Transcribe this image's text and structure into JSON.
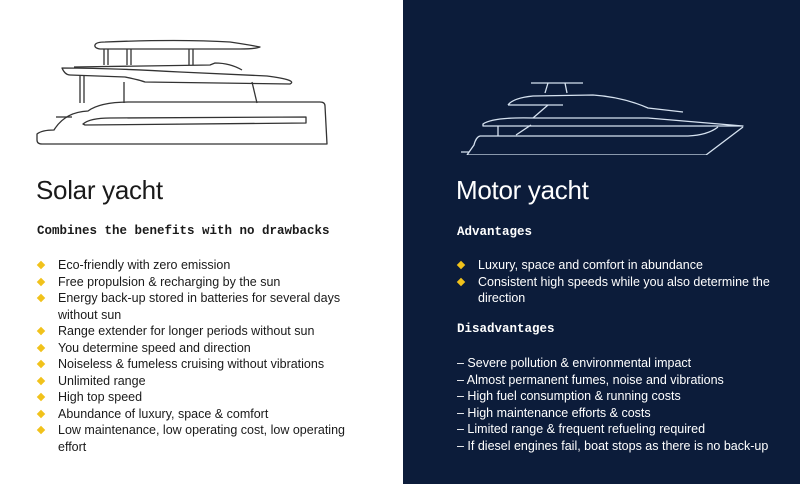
{
  "solar": {
    "title": "Solar yacht",
    "subtitle": "Combines the benefits with no drawbacks",
    "illustration": "solar-catamaran-line-drawing",
    "items": [
      "Eco-friendly with zero emission",
      "Free propulsion & recharging by the sun",
      "Energy back-up stored in batteries for several days without sun",
      "Range extender for longer periods without sun",
      "You determine speed and direction",
      "Noiseless & fumeless cruising without vibrations",
      "Unlimited range",
      "High top speed",
      "Abundance of luxury, space & comfort",
      "Low maintenance, low operating cost, low operating effort"
    ]
  },
  "motor": {
    "title": "Motor yacht",
    "illustration": "motor-yacht-line-drawing",
    "advantages_heading": "Advantages",
    "advantages": [
      "Luxury, space and comfort in abundance",
      "Consistent high speeds while you also determine the direction"
    ],
    "disadvantages_heading": "Disadvantages",
    "disadvantages": [
      "– Severe pollution & environmental impact",
      "– Almost permanent fumes, noise and vibrations",
      "– High fuel consumption & running costs",
      "– High maintenance efforts & costs",
      "– Limited range & frequent refueling required",
      "– If diesel engines fail, boat stops as there is no back-up"
    ]
  },
  "colors": {
    "left_bg": "#ffffff",
    "right_bg": "#0c1c3a",
    "bullet": "#f1c21b"
  }
}
